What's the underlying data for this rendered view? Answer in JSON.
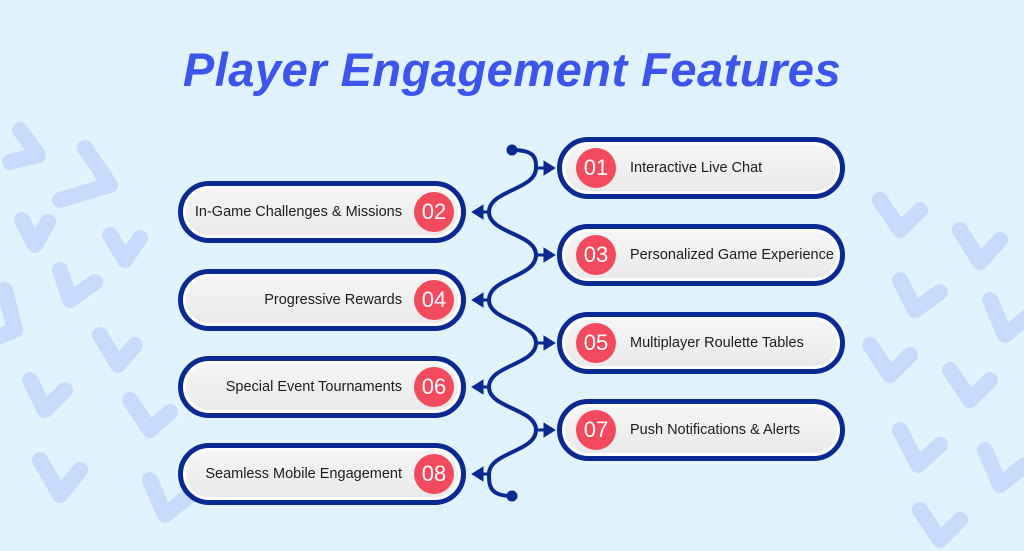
{
  "title": "Player Engagement Features",
  "colors": {
    "navy": "#0a2a92",
    "badge": "#f44a5e",
    "title": "#3b55ee",
    "background": "#e1f3fe"
  },
  "features": [
    {
      "number": "01",
      "label": "Interactive Live Chat",
      "side": "right"
    },
    {
      "number": "02",
      "label": "In-Game Challenges & Missions",
      "side": "left"
    },
    {
      "number": "03",
      "label": "Personalized Game Experience",
      "side": "right"
    },
    {
      "number": "04",
      "label": "Progressive Rewards",
      "side": "left"
    },
    {
      "number": "05",
      "label": "Multiplayer Roulette Tables",
      "side": "right"
    },
    {
      "number": "06",
      "label": "Special Event Tournaments",
      "side": "left"
    },
    {
      "number": "07",
      "label": "Push Notifications & Alerts",
      "side": "right"
    },
    {
      "number": "08",
      "label": "Seamless Mobile Engagement",
      "side": "left"
    }
  ]
}
